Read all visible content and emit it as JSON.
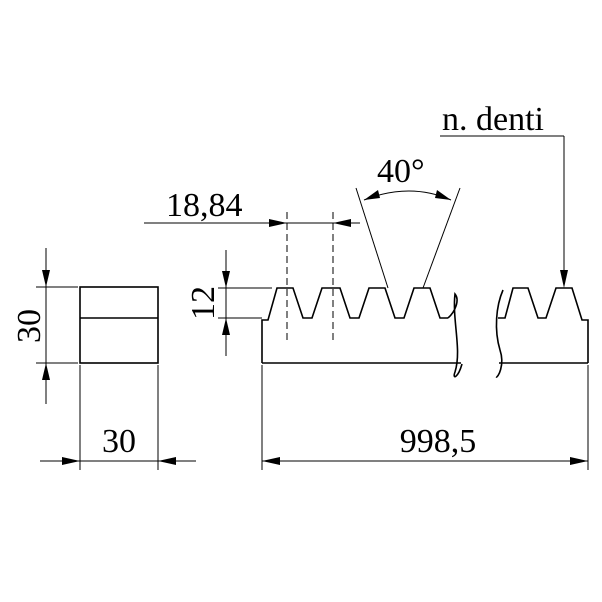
{
  "drawing": {
    "dimensions": {
      "tooth_pitch": "18,84",
      "tooth_angle": "40°",
      "tooth_height": "12",
      "section_height": "30",
      "section_width": "30",
      "total_length": "998,5"
    },
    "callout": "n. denti"
  }
}
